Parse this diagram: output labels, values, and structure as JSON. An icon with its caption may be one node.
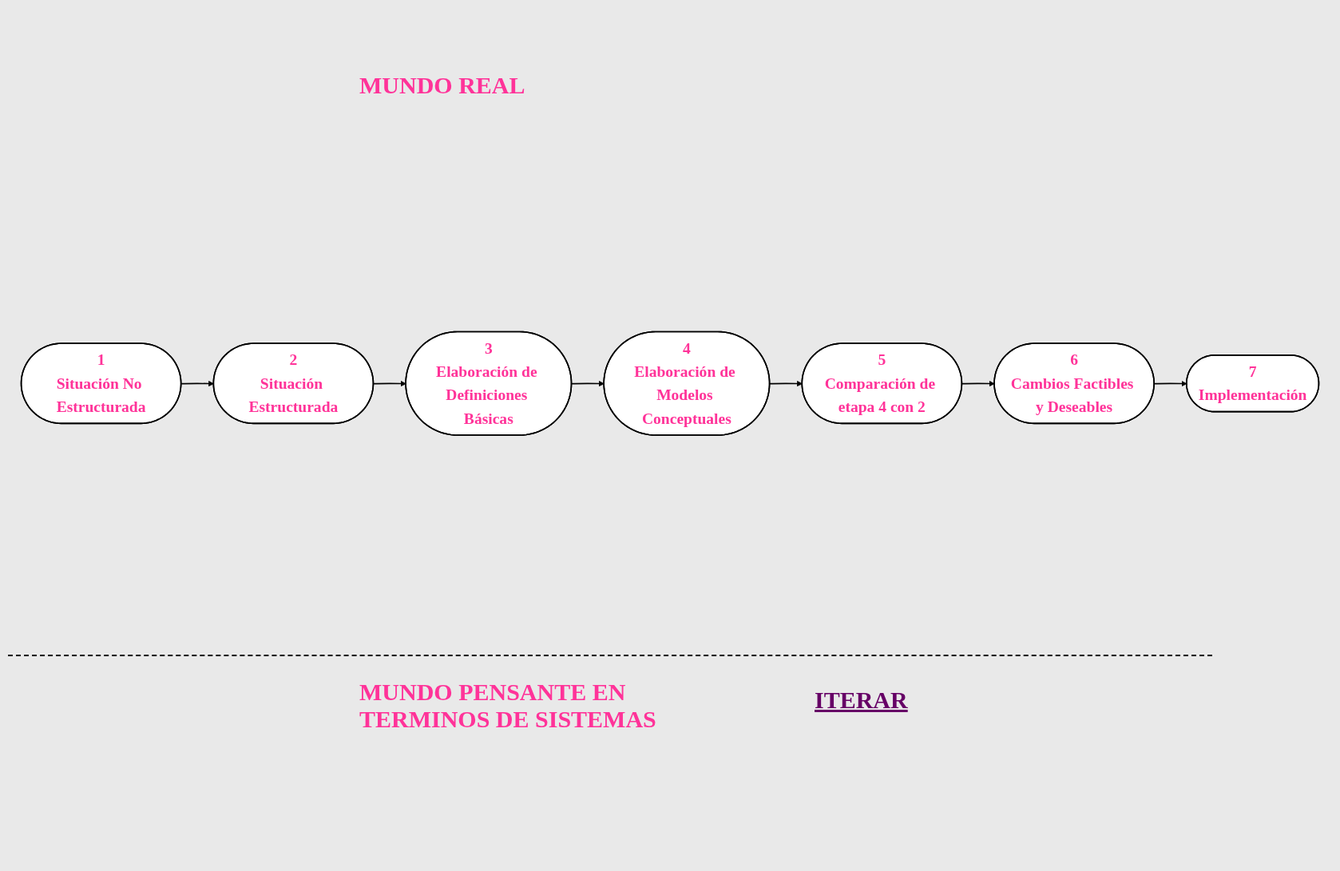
{
  "diagram": {
    "nodes": [
      {
        "text": [
          "1",
          "Situación No Estructurada"
        ]
      },
      {
        "text": [
          "2",
          "Situación Estructurada"
        ]
      },
      {
        "text": [
          "3",
          "Elaboración de Definiciones Básicas"
        ]
      },
      {
        "text": [
          "4",
          "Elaboración de Modelos Conceptuales"
        ]
      },
      {
        "text": [
          "5",
          "Comparación de etapa 4 con 2"
        ]
      },
      {
        "text": [
          "6",
          "Cambios Factibles y Deseables"
        ]
      },
      {
        "text": [
          "7",
          "Implementación"
        ]
      }
    ],
    "edges": [
      {
        "from": 0,
        "to": 1,
        "arrow": "to"
      },
      {
        "from": 1,
        "to": 2,
        "arrow": "to"
      },
      {
        "from": 2,
        "to": 3,
        "arrow": "to"
      },
      {
        "from": 3,
        "to": 4,
        "arrow": "to"
      },
      {
        "from": 4,
        "to": 5,
        "arrow": "to"
      },
      {
        "from": 5,
        "to": 6,
        "arrow": "to"
      }
    ],
    "labels": [
      "MUNDO REAL",
      "MUNDO PENSANTE EN TERMINOS DE SISTEMAS",
      "ITERAR"
    ]
  }
}
